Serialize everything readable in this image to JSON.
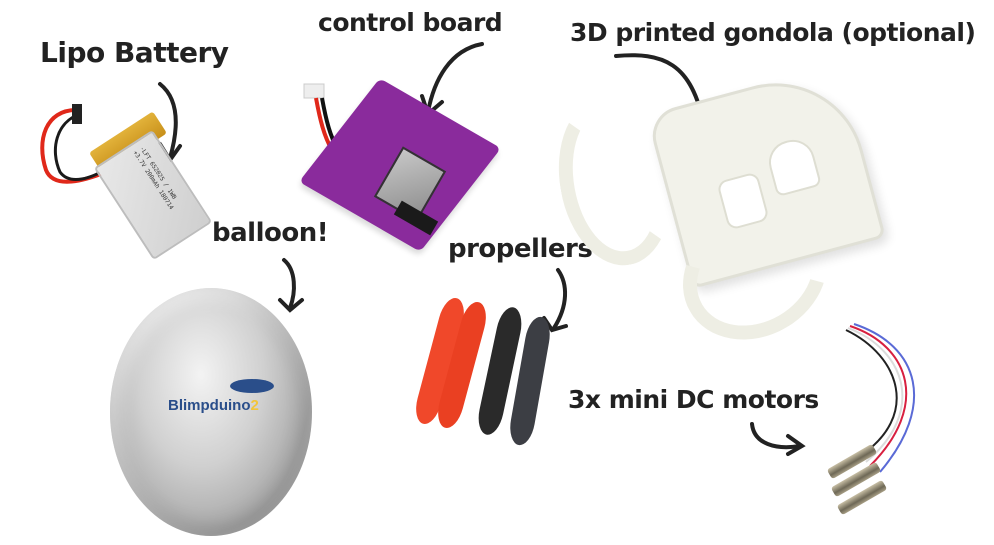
{
  "labels": {
    "battery": "Lipo Battery",
    "control_board": "control board",
    "gondola": "3D printed gondola (optional)",
    "balloon": "balloon!",
    "propellers": "propellers",
    "motors": "3x mini DC motors"
  },
  "battery": {
    "print_lines": [
      "-LFT 652025 / 1WB",
      "+3.7V 200mAh 180714"
    ]
  },
  "balloon": {
    "logo_text": "Blimpduino",
    "logo_number": "2"
  },
  "colors": {
    "ink": "#222222",
    "board_purple": "#8a2b9c",
    "logo_blue": "#2a4e8a",
    "logo_yellow": "#f2c53a",
    "propeller_red": "#f0482a",
    "propeller_black": "#2a2a2a",
    "gondola_white": "#f2f2ea"
  }
}
